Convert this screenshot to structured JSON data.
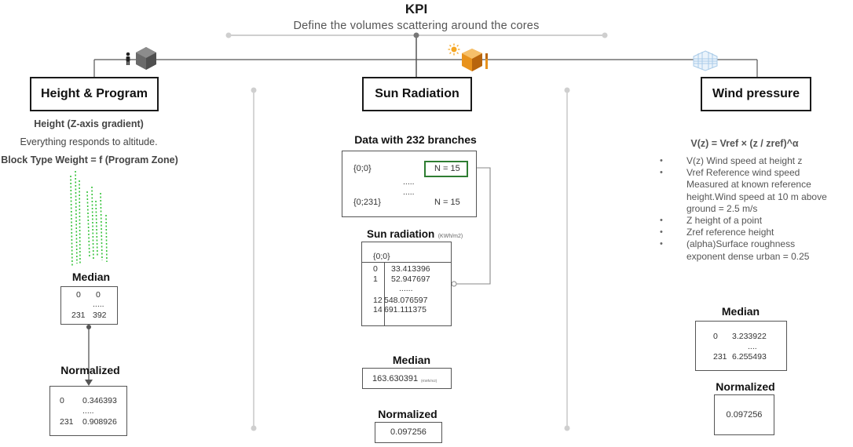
{
  "header": {
    "title": "KPI",
    "subtitle": "Define the volumes scattering around the cores"
  },
  "height_program": {
    "title": "Height & Program",
    "z_axis": "Height (Z-axis gradient)",
    "responds": "Everything responds to altitude.",
    "weight": "Block Type Weight = f (Program Zone)",
    "median_label": "Median",
    "median_rows": [
      [
        "0",
        "0"
      ],
      [
        "231",
        "392"
      ]
    ],
    "median_dots": ".....",
    "normalized_label": "Normalized",
    "normalized_rows": [
      [
        "0",
        "0.346393"
      ],
      [
        "231",
        "0.908926"
      ]
    ],
    "normalized_dots": "....."
  },
  "sun_radiation": {
    "title": "Sun Radiation",
    "data_title": "Data with 232 branches",
    "branch_first": "{0;0}",
    "branch_first_n": "N = 15",
    "branch_dots1": ".....",
    "branch_dots2": ".....",
    "branch_last": "{0;231}",
    "branch_last_n": "N = 15",
    "rad_title": "Sun radiation",
    "rad_unit": "(KWh/m2)",
    "rad_path": "{0;0}",
    "rad_rows": [
      [
        "0",
        "33.413396"
      ],
      [
        "1",
        "52.947697"
      ],
      [
        "12",
        "548.076597"
      ],
      [
        "14",
        "691.111375"
      ]
    ],
    "rad_dots": "......",
    "median_label": "Median",
    "median_value": "163.630391",
    "median_unit": "(KWh/m2)",
    "normalized_label": "Normalized",
    "normalized_value": "0.097256"
  },
  "wind_pressure": {
    "title": "Wind pressure",
    "formula": "V(z) = Vref × (z / zref)^α",
    "bullets": [
      "V(z) Wind speed at height z",
      "Vref Reference wind speed Measured at known reference height.Wind speed at 10 m above ground = 2.5 m/s",
      "Z height of a point",
      "Zref reference height",
      "(alpha)Surface roughness exponent dense urban = 0.25"
    ],
    "median_label": "Median",
    "median_rows": [
      [
        "0",
        "3.233922"
      ],
      [
        "231",
        "6.255493"
      ]
    ],
    "median_dots": "....",
    "normalized_label": "Normalized",
    "normalized_value": "0.097256"
  },
  "icons": {
    "person": "person-icon",
    "block": "cube-icon",
    "sun": "sun-icon",
    "sun_cube": "sun-cube-icon",
    "wind": "wind-grid-icon"
  },
  "colors": {
    "highlight_green": "#2e7d32",
    "heights_green": "#35c23a",
    "sun_orange": "#e8921c",
    "wind_blue": "#a9cbe8"
  }
}
